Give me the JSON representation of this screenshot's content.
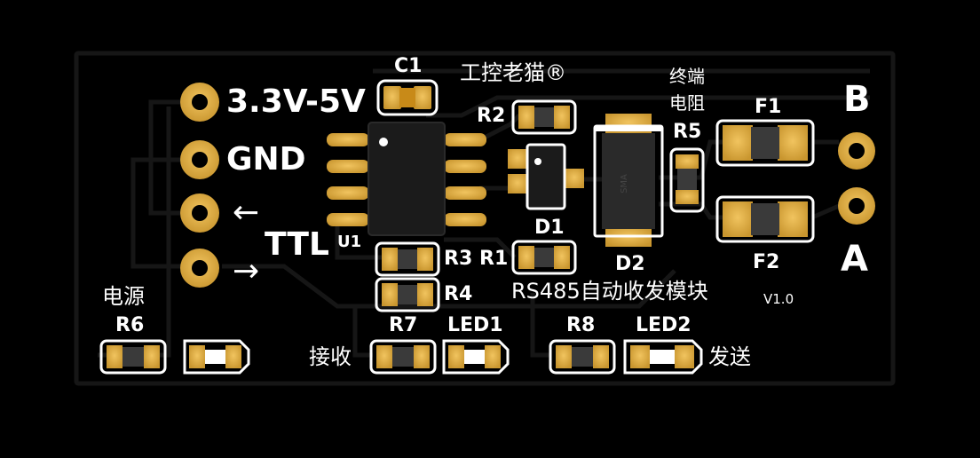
{
  "brand": "工控老猫®",
  "module_title": "RS485自动收发模块",
  "version": "V1.0",
  "pins": {
    "vcc": "3.3V-5V",
    "gnd": "GND",
    "ttl": "TTL",
    "arrow_in": "←",
    "arrow_out": "→"
  },
  "bus": {
    "b": "B",
    "a": "A"
  },
  "labels": {
    "power": "电源",
    "receive": "接收",
    "send": "发送",
    "termination_line1": "终端",
    "termination_line2": "电阻"
  },
  "designators": {
    "c1": "C1",
    "r1": "R1",
    "r2": "R2",
    "r3": "R3",
    "r4": "R4",
    "r5": "R5",
    "r6": "R6",
    "r7": "R7",
    "r8": "R8",
    "u1": "U1",
    "d1": "D1",
    "d2": "D2",
    "f1": "F1",
    "f2": "F2",
    "led1": "LED1",
    "led2": "LED2",
    "d2_body": "SMA"
  },
  "colors": {
    "solder_mask": "#000000",
    "copper_trace": "#161616",
    "pad_gold": "#e3b24b",
    "silkscreen": "#ffffff",
    "ic_body": "#1b1b1b"
  }
}
